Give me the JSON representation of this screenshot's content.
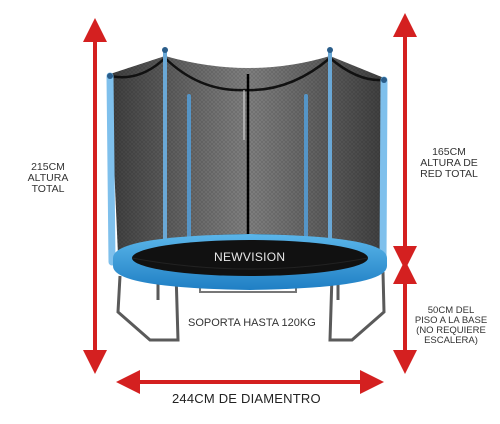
{
  "product": {
    "brand": "NEWVISION",
    "colors": {
      "arrow": "#d42020",
      "pad": "#3aa0e0",
      "pad_dark": "#1f7fc4",
      "pole_cover": "#8ec9ef",
      "net": "#2a2a2a",
      "frame": "#555555"
    }
  },
  "dimensions": {
    "total_height": {
      "value": "215CM",
      "label": "ALTURA TOTAL"
    },
    "net_height": {
      "value": "165CM",
      "label_line1": "ALTURA DE",
      "label_line2": "RED TOTAL"
    },
    "base_height": {
      "line1": "50CM DEL",
      "line2": "PISO A LA BASE",
      "line3": "(NO REQUIERE",
      "line4": "ESCALERA)"
    },
    "diameter": "244CM DE DIAMENTRO",
    "capacity": "SOPORTA HASTA 120KG"
  }
}
